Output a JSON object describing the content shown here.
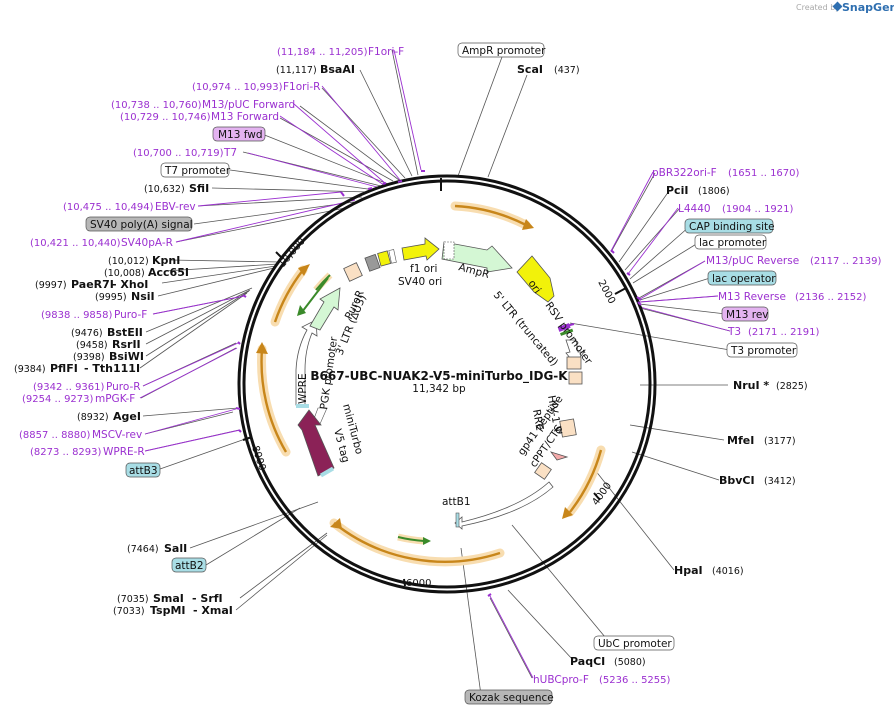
{
  "watermark": {
    "created_by": "Created by",
    "brand": "SnapGene"
  },
  "plasmid": {
    "name": "B667-UBC-NUAK2-V5-miniTurbo_IDG-K",
    "size": "11,342 bp"
  },
  "ticks": [
    "2000",
    "4000",
    "6000",
    "8000",
    "10,000"
  ],
  "labels": {
    "f1ori": {
      "range": "(11,184 .. 11,205)",
      "name": "F1ori-F"
    },
    "bsaai": {
      "pos": "(11,117)",
      "name": "BsaAI"
    },
    "f1orir": {
      "range": "(10,974 .. 10,993)",
      "name": "F1ori-R"
    },
    "m13puc": {
      "range": "(10,738 .. 10,760)",
      "name": "M13/pUC Forward"
    },
    "m13fwd_primer": {
      "range": "(10,729 .. 10,746)",
      "name": "M13 Forward"
    },
    "m13fwd_box": "M13 fwd",
    "t7": {
      "range": "(10,700 .. 10,719)",
      "name": "T7"
    },
    "t7prom_box": "T7 promoter",
    "sfii": {
      "pos": "(10,632)",
      "name": "SfiI"
    },
    "ebv": {
      "range": "(10,475 .. 10,494)",
      "name": "EBV-rev"
    },
    "sv40pa_box": "SV40 poly(A) signal",
    "sv40pa": {
      "range": "(10,421 .. 10,440)",
      "name": "SV40pA-R"
    },
    "kpni": {
      "pos": "(10,012)",
      "name": "KpnI"
    },
    "acc65i": {
      "pos": "(10,008)",
      "name": "Acc65I"
    },
    "paer7i": {
      "pos": "(9997)",
      "name": "PaeR7I",
      "alt": "- XhoI"
    },
    "nsii": {
      "pos": "(9995)",
      "name": "NsiI"
    },
    "purof": {
      "range": "(9838 .. 9858)",
      "name": "Puro-F"
    },
    "bsteii": {
      "pos": "(9476)",
      "name": "BstEII"
    },
    "rsrii": {
      "pos": "(9458)",
      "name": "RsrII"
    },
    "bsiwi": {
      "pos": "(9398)",
      "name": "BsiWI"
    },
    "pflfi": {
      "pos": "(9384)",
      "name": "PflFI",
      "alt": "- Tth111I"
    },
    "puror": {
      "range": "(9342 .. 9361)",
      "name": "Puro-R"
    },
    "mpgkf": {
      "range": "(9254 .. 9273)",
      "name": "mPGK-F"
    },
    "agei": {
      "pos": "(8932)",
      "name": "AgeI"
    },
    "mscv": {
      "range": "(8857 .. 8880)",
      "name": "MSCV-rev"
    },
    "wprer": {
      "range": "(8273 .. 8293)",
      "name": "WPRE-R"
    },
    "attb3_box": "attB3",
    "sali": {
      "pos": "(7464)",
      "name": "SalI"
    },
    "attb2_box": "attB2",
    "smai": {
      "pos": "(7035)",
      "name": "SmaI",
      "alt": "- SrfI"
    },
    "tspmi": {
      "pos": "(7033)",
      "name": "TspMI",
      "alt": "- XmaI"
    },
    "kozak_box": "Kozak sequence",
    "hubc": {
      "name": "hUBCpro-F",
      "range": "(5236 .. 5255)"
    },
    "paqci": {
      "name": "PaqCI",
      "pos": "(5080)"
    },
    "ubc_box": "UbC promoter",
    "hpai": {
      "name": "HpaI",
      "pos": "(4016)"
    },
    "bbvci": {
      "name": "BbvCI",
      "pos": "(3412)"
    },
    "mfei": {
      "name": "MfeI",
      "pos": "(3177)"
    },
    "nrui": {
      "name": "NruI *",
      "pos": "(2825)"
    },
    "t3prom_box": "T3 promoter",
    "t3": {
      "name": "T3",
      "range": "(2171 .. 2191)"
    },
    "m13rev_box": "M13 rev",
    "m13rev": {
      "name": "M13 Reverse",
      "range": "(2136 .. 2152)"
    },
    "lacop_box": "lac operator",
    "m13pucrev": {
      "name": "M13/pUC Reverse",
      "range": "(2117 .. 2139)"
    },
    "lacprom_box": "lac promoter",
    "cap_box": "CAP binding site",
    "l4440": {
      "name": "L4440",
      "range": "(1904 .. 1921)"
    },
    "pcii": {
      "name": "PciI",
      "pos": "(1806)"
    },
    "pbr": {
      "name": "pBR322ori-F",
      "range": "(1651 .. 1670)"
    },
    "ampr_prom_box": "AmpR promoter",
    "scai": {
      "name": "ScaI",
      "pos": "(437)"
    }
  },
  "features": {
    "f1ori": "f1 ori",
    "sv40ori": "SV40 ori",
    "ampr": "AmpR",
    "ori": "ori",
    "rsv1": "RSV promoter",
    "ltr5": "5' LTR (truncated)",
    "hiv1": "HIV-1 Ψ",
    "rre": "RRE",
    "cppt": "cPPT/CTS",
    "gp41": "gp41 peptide",
    "attb1": "attB1",
    "v5": "V5 tag",
    "miniturbo": "miniTurbo",
    "wpre": "WPRE",
    "pgk": "PGK promoter",
    "puror": "PuroR",
    "ltr3": "3' LTR (ΔU3)"
  },
  "colors": {
    "primer": "#9b30d0",
    "ampr_fill": "#d4f7d4",
    "ori_fill": "#f2f20a",
    "miniturbo_fill": "#8b2257",
    "orf_arrow": "#c8861a",
    "box_blue": "#a8dde5",
    "box_purple": "#e3b3f0",
    "box_gray": "#b7b7b7"
  }
}
